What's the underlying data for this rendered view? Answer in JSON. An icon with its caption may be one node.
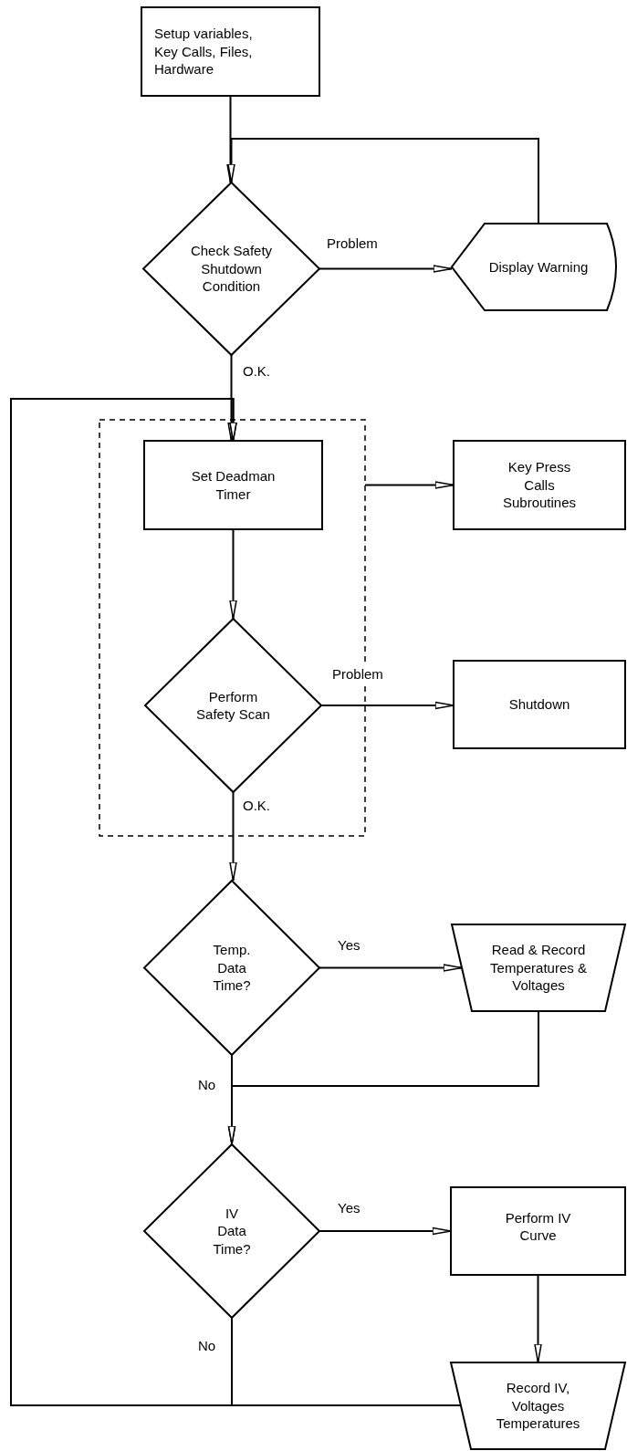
{
  "diagram": {
    "nodes": [
      {
        "text": [
          "Setup variables, Key Calls, Files, Hardware"
        ]
      },
      {
        "text": [
          "Check Safety Shutdown Condition"
        ]
      },
      {
        "text": [
          "Display Warning"
        ]
      },
      {
        "text": [],
        "shape": "box"
      },
      {
        "text": [
          "Set Deadman Timer"
        ],
        "in": 3
      },
      {
        "text": [
          "Perform Safety Scan"
        ],
        "in": 3
      },
      {
        "text": [
          "Key Press Calls Subroutines"
        ]
      },
      {
        "text": [
          "Shutdown"
        ]
      },
      {
        "text": [
          "Temp. Data Time?"
        ]
      },
      {
        "text": [
          "Read & Record Temperatures & Voltages"
        ]
      },
      {
        "text": [
          "IV Data Time?"
        ]
      },
      {
        "text": [
          "Perform IV Curve"
        ]
      },
      {
        "text": [
          "Record IV, Voltages Temperatures"
        ]
      }
    ],
    "edges": [
      {
        "from": 0,
        "to": 1,
        "arrow": "to"
      },
      {
        "from": 2,
        "to": 1,
        "arrow": "to"
      },
      {
        "from": 1,
        "to": 2,
        "arrow": "to",
        "label": "Problem"
      },
      {
        "from": 1,
        "to": 4,
        "arrow": "to",
        "label": "O.K."
      },
      {
        "from": 3,
        "to": 6,
        "arrow": "to"
      },
      {
        "from": 4,
        "to": 5,
        "arrow": "to"
      },
      {
        "from": 5,
        "to": 7,
        "arrow": "to",
        "label": "Problem"
      },
      {
        "from": 5,
        "to": 8,
        "arrow": "to",
        "label": "O.K."
      },
      {
        "from": 8,
        "to": 9,
        "arrow": "to",
        "label": "Yes"
      },
      {
        "from": 8,
        "to": 10,
        "arrow": "to",
        "label": "No"
      },
      {
        "from": 9,
        "to": 10,
        "arrow": "to"
      },
      {
        "from": 10,
        "to": 11,
        "arrow": "to",
        "label": "Yes"
      },
      {
        "from": 11,
        "to": 12,
        "arrow": "to"
      },
      {
        "from": 10,
        "to": 4,
        "arrow": "to",
        "label": "No"
      },
      {
        "from": 12,
        "to": 4,
        "arrow": "to"
      }
    ]
  }
}
